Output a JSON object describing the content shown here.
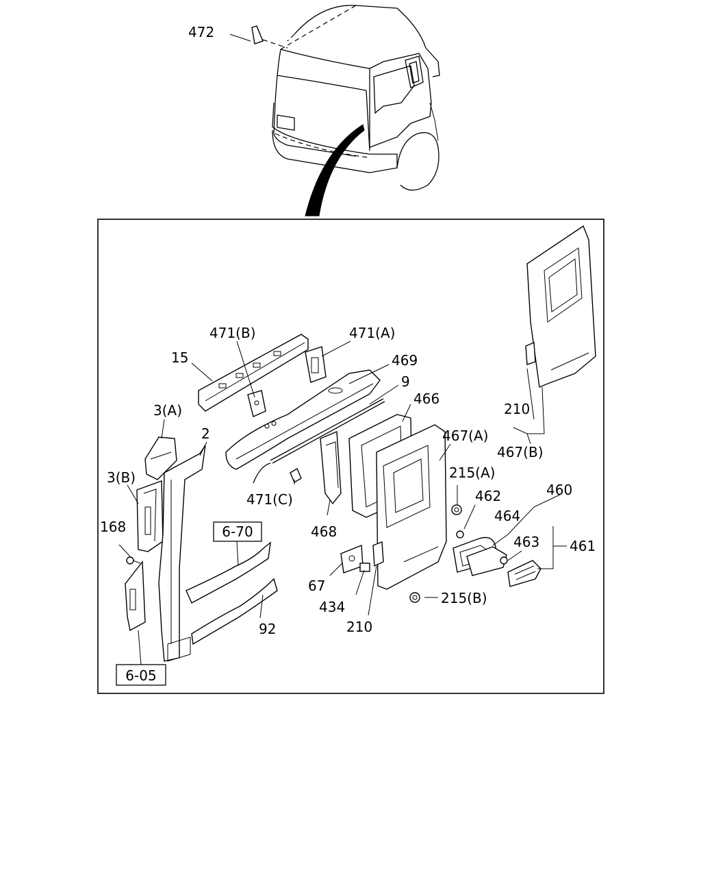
{
  "diagram": {
    "callouts": {
      "c472": "472",
      "c471b": "471(B)",
      "c471a": "471(A)",
      "c15": "15",
      "c469": "469",
      "c9": "9",
      "c466": "466",
      "c3a": "3(A)",
      "c2": "2",
      "c467a": "467(A)",
      "c210_top": "210",
      "c467b": "467(B)",
      "c3b": "3(B)",
      "c471c": "471(C)",
      "c215a": "215(A)",
      "c462": "462",
      "c460": "460",
      "c464": "464",
      "c168": "168",
      "c468": "468",
      "c463": "463",
      "c461": "461",
      "c67": "67",
      "c215b": "215(B)",
      "c434": "434",
      "c92": "92",
      "c210_bottom": "210"
    },
    "references": {
      "ref_670": "6-70",
      "ref_605": "6-05"
    }
  }
}
